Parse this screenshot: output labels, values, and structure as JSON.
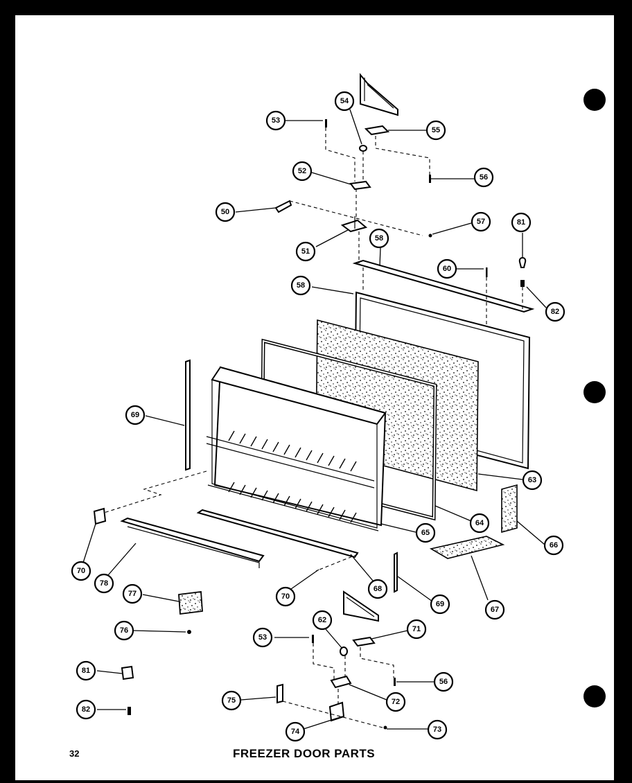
{
  "diagram": {
    "title": "FREEZER DOOR PARTS",
    "page_number": "32",
    "callouts": [
      {
        "id": "c53a",
        "label": "53"
      },
      {
        "id": "c54",
        "label": "54"
      },
      {
        "id": "c55",
        "label": "55"
      },
      {
        "id": "c52",
        "label": "52"
      },
      {
        "id": "c56a",
        "label": "56"
      },
      {
        "id": "c50",
        "label": "50"
      },
      {
        "id": "c57",
        "label": "57"
      },
      {
        "id": "c81a",
        "label": "81"
      },
      {
        "id": "c51",
        "label": "51"
      },
      {
        "id": "c58a",
        "label": "58"
      },
      {
        "id": "c60a",
        "label": "60"
      },
      {
        "id": "c58b",
        "label": "58"
      },
      {
        "id": "c82a",
        "label": "82"
      },
      {
        "id": "c69a",
        "label": "69"
      },
      {
        "id": "c63",
        "label": "63"
      },
      {
        "id": "c64",
        "label": "64"
      },
      {
        "id": "c65",
        "label": "65"
      },
      {
        "id": "c66",
        "label": "66"
      },
      {
        "id": "c70a",
        "label": "70"
      },
      {
        "id": "c78",
        "label": "78"
      },
      {
        "id": "c69b",
        "label": "69"
      },
      {
        "id": "c68",
        "label": "68"
      },
      {
        "id": "c77",
        "label": "77"
      },
      {
        "id": "c70b",
        "label": "70"
      },
      {
        "id": "c67",
        "label": "67"
      },
      {
        "id": "c76",
        "label": "76"
      },
      {
        "id": "c62",
        "label": "62"
      },
      {
        "id": "c71",
        "label": "71"
      },
      {
        "id": "c53b",
        "label": "53"
      },
      {
        "id": "c81b",
        "label": "81"
      },
      {
        "id": "c56b",
        "label": "56"
      },
      {
        "id": "c75",
        "label": "75"
      },
      {
        "id": "c72",
        "label": "72"
      },
      {
        "id": "c82b",
        "label": "82"
      },
      {
        "id": "c74",
        "label": "74"
      },
      {
        "id": "c73",
        "label": "73"
      }
    ]
  }
}
